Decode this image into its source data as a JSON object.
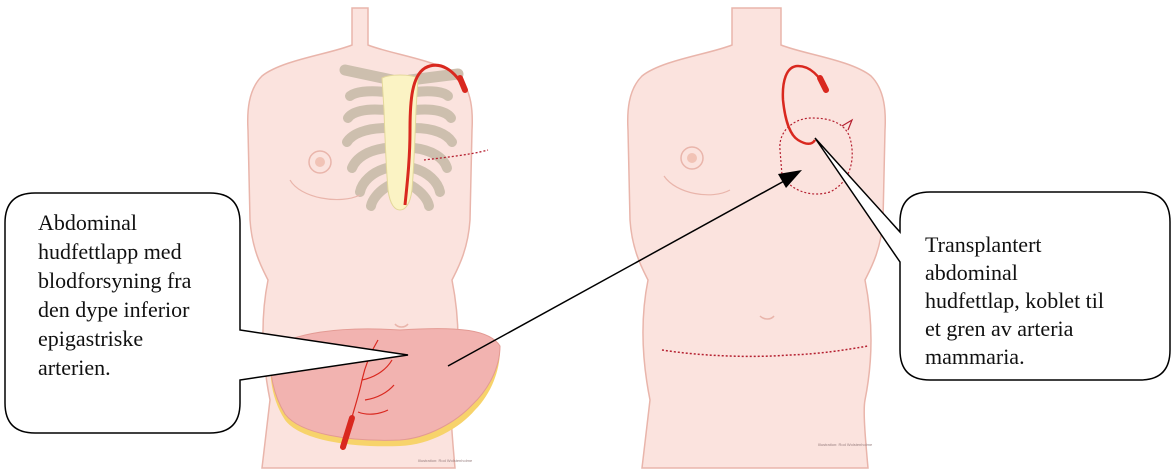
{
  "callouts": {
    "left": {
      "lines": [
        "Abdominal",
        "hudfettlapp med",
        "blodforsyning fra",
        "den dype inferior",
        "epigastriske",
        "arterien."
      ]
    },
    "right": {
      "lines": [
        "Transplantert",
        "abdominal",
        "hudfettlap, koblet til",
        "et gren av arteria",
        "mammaria."
      ]
    }
  },
  "credit": {
    "left": "Illustration: Rod Wolstenholme",
    "right": "Illustration: Rod Wolstenholme"
  },
  "colors": {
    "skin": "#fbe3de",
    "skin_stroke": "#e9b5ab",
    "flap": "#f2b3b0",
    "fat_layer": "#f7d36b",
    "artery": "#d9281f",
    "bone": "#cdbfae",
    "sternum": "#fbf3c4",
    "incision": "#b52030"
  }
}
